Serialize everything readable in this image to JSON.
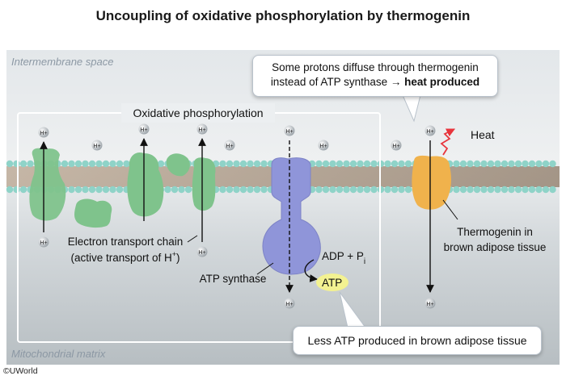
{
  "title": "Uncoupling of oxidative phosphorylation by thermogenin",
  "regions": {
    "intermembrane": "Intermembrane space",
    "matrix": "Mitochondrial matrix"
  },
  "box_label": "Oxidative phosphorylation",
  "proton_label": "H+",
  "labels": {
    "etc_line1": "Electron transport chain",
    "etc_line2_prefix": "(active transport of H",
    "etc_line2_sup": "+",
    "etc_line2_suffix": ")",
    "atp_synthase": "ATP synthase",
    "adp": "ADP + P",
    "adp_sub": "i",
    "atp": "ATP",
    "heat": "Heat",
    "thermogenin_line1": "Thermogenin in",
    "thermogenin_line2": "brown adipose tissue"
  },
  "callouts": {
    "top_line1": "Some protons diffuse through thermogenin",
    "top_line2_prefix": "instead of ATP synthase → ",
    "top_line2_bold": "heat produced",
    "bottom": "Less ATP produced in brown adipose tissue"
  },
  "copyright": "©UWorld",
  "colors": {
    "etc_protein": "#7fc38c",
    "atp_synthase": "#8f95d9",
    "thermogenin": "#f0b24c",
    "heat_arrow": "#e8343c",
    "atp_highlight": "#f7f58a",
    "membrane_head": "#8fd3c8"
  }
}
